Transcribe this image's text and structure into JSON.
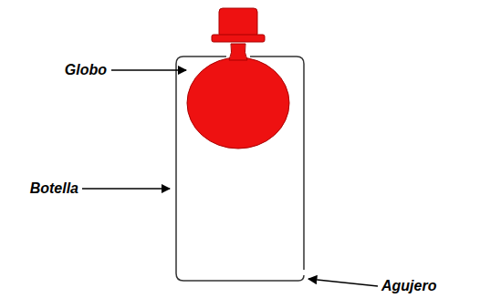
{
  "diagram": {
    "labels": [
      "Globo",
      "Botella",
      "Agujero"
    ]
  }
}
